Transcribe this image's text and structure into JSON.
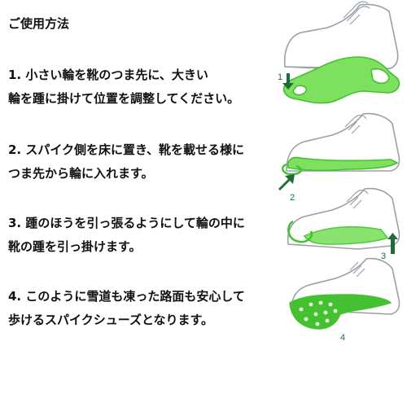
{
  "title": "ご使用方法",
  "steps": [
    {
      "line1": "1. 小さい輪を靴のつま先に、大きい",
      "line2": "輪を踵に掛けて位置を調整してください。"
    },
    {
      "line1": "2. スパイク側を床に置き、靴を載せる様に",
      "line2": "つま先から輪に入れます。"
    },
    {
      "line1": "3. 踵のほうを引っ張るようにして輪の中に",
      "line2": "靴の踵を引っ掛けます。"
    },
    {
      "line1": "4. このように雪道も凍った路面も安心して",
      "line2": "歩けるスパイクシューズとなります。"
    }
  ],
  "illustration_numbers": [
    "1",
    "2",
    "3",
    "4"
  ],
  "colors": {
    "arrow": "#1f6b3a",
    "band": "#7ee05f",
    "band_stroke": "#45c030",
    "shoe_line": "#9aa0a8"
  }
}
